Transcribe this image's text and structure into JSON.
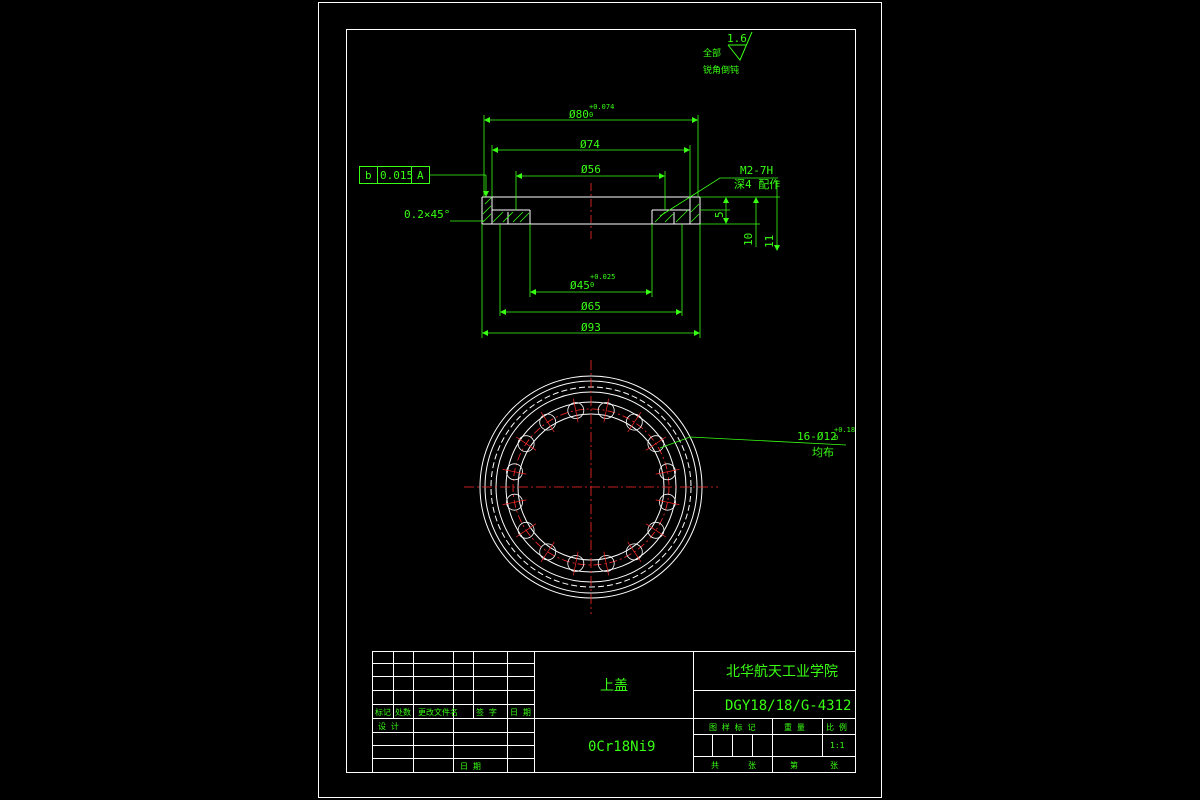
{
  "colors": {
    "background": "#000000",
    "frame": "#ffffff",
    "dimension": "#39ff14",
    "center_line": "#ff2a2a",
    "text": "#39ff14"
  },
  "drawing": {
    "roughness": {
      "value": "1.6",
      "label_line1": "全部",
      "label_line2": "锐角倒钝"
    },
    "geometric_tolerance": {
      "symbol": "b",
      "value": "0.015",
      "datum": "A"
    },
    "chamfer": "0.2×45°",
    "dims_top": {
      "d80": "Ø80",
      "d80_tol_upper": "+0.074",
      "d80_tol_lower": "0",
      "d74": "Ø74",
      "d56": "Ø56"
    },
    "dims_bottom": {
      "d45": "Ø45",
      "d45_tol_upper": "+0.025",
      "d45_tol_lower": "0",
      "d65": "Ø65",
      "d93": "Ø93"
    },
    "thread_note": {
      "line1": "M2-7H",
      "line2": "深4 配作"
    },
    "side_dims": {
      "h5": "5",
      "h10": "10",
      "h11": "11"
    },
    "holes_note": {
      "line1": "16-Ø12",
      "tol_upper": "+0.18",
      "tol_lower": "0",
      "line2": "均布"
    }
  },
  "title_block": {
    "part_name": "上盖",
    "material": "0Cr18Ni9",
    "institution": "北华航天工业学院",
    "drawing_number": "DGY18/18/G-4312",
    "labels": {
      "mark": "标记",
      "count": "处数",
      "change_doc": "更改文件名",
      "sign": "签 字",
      "date": "日 期",
      "design": "设 计",
      "date2": "日 期",
      "stage_mark": "图 样 标 记",
      "weight": "重 量",
      "scale_label": "比 例",
      "sheet_total": "共",
      "sheet_word": "张",
      "sheet_no": "第",
      "sheet_word2": "张"
    },
    "scale": "1:1"
  }
}
